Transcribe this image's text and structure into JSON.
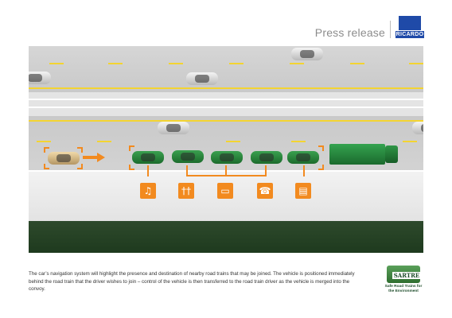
{
  "header": {
    "title": "Press release",
    "logo_text": "RICARDO",
    "logo_icon": "ricardo-logo-icon"
  },
  "scene": {
    "colors": {
      "asphalt": "#cfcfcf",
      "lane_marking": "#f3d431",
      "train_vehicle": "#2a8a3e",
      "highlight": "#f28a1f",
      "grass": "#2e4a2c"
    },
    "services": [
      {
        "icon": "music-icon",
        "glyph": "♫"
      },
      {
        "icon": "food-icon",
        "glyph": "††"
      },
      {
        "icon": "laptop-icon",
        "glyph": "▭"
      },
      {
        "icon": "phone-icon",
        "glyph": "☎"
      },
      {
        "icon": "book-icon",
        "glyph": "▤"
      }
    ]
  },
  "caption": "The car’s navigation system will highlight the presence and destination of nearby road trains that may be joined. The vehicle is positioned immediately behind the road train that the driver wishes to join – control of the vehicle is then transferred to the road train driver as the vehicle is merged into the convoy.",
  "badge": {
    "title": "SARTRE",
    "subtitle": "Safe Road Trains for the Environment"
  }
}
